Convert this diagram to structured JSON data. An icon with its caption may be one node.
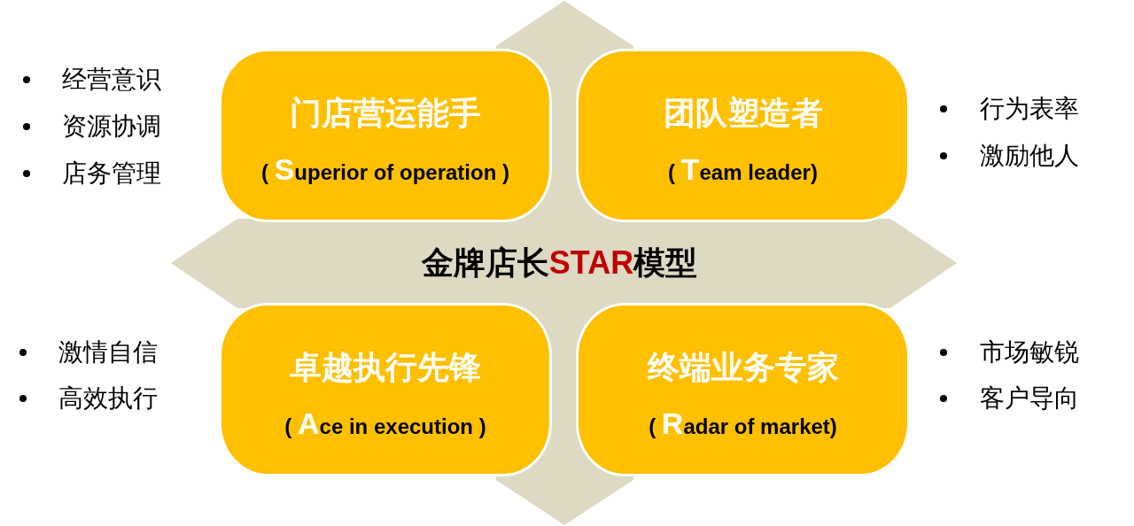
{
  "diagram": {
    "nodes": [
      {
        "text": [
          "金牌店长STAR模型"
        ]
      },
      {
        "text": [
          "门店营运能手",
          "( Superior of operation )"
        ],
        "beside": [
          "经营意识",
          "资源协调",
          "店务管理"
        ]
      },
      {
        "text": [
          "团队塑造者",
          "( Team leader)"
        ],
        "beside": [
          "行为表率",
          "激励他人"
        ]
      },
      {
        "text": [
          "卓越执行先锋",
          "( Ace in execution )"
        ],
        "beside": [
          "激情自信",
          "高效执行"
        ]
      },
      {
        "text": [
          "终端业务专家",
          "( Radar of market)"
        ],
        "beside": [
          "市场敏锐",
          "客户导向"
        ]
      }
    ]
  }
}
